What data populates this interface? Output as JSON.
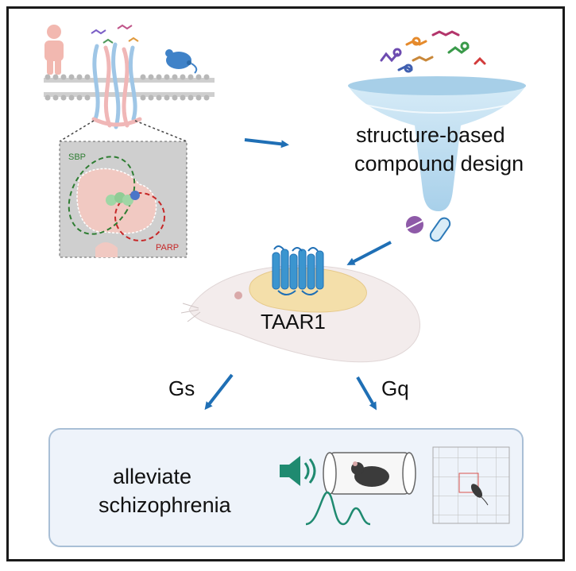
{
  "panel_labels": {
    "sbp": "SBP",
    "parp": "PARP",
    "design_line1": "structure-based",
    "design_line2": "compound design",
    "receptor": "TAAR1",
    "pathway_left": "Gs",
    "pathway_right": "Gq",
    "outcome_line1": "alleviate",
    "outcome_line2": "schizophrenia"
  },
  "colors": {
    "arrow": "#1f6fb5",
    "receptor": "#3b95cf",
    "funnel": "#bcdcef",
    "membrane": "#bdbdbd",
    "pocket": "#f1c9c2",
    "sbp": "#2e7d32",
    "parp": "#c62828",
    "outcome_box": "#eef3fa",
    "speaker": "#1f8a70"
  },
  "icons": [
    "human-icon",
    "mouse-icon",
    "receptor-ribbon-icon",
    "ligand-molecules-icon",
    "funnel-icon",
    "pill-icon",
    "capsule-icon",
    "mouse-brain-icon",
    "speaker-icon",
    "startle-chamber-icon",
    "peak-trace-icon",
    "open-field-grid-icon"
  ]
}
